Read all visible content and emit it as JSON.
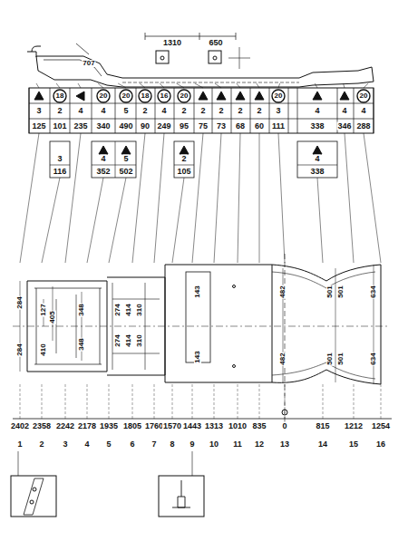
{
  "diagram": {
    "labels": [
      "707",
      "1310",
      "650",
      "18",
      "20",
      "20",
      "18",
      "16",
      "20",
      "20",
      "20",
      "3",
      "2",
      "4",
      "4",
      "5",
      "2",
      "4",
      "2",
      "2",
      "2",
      "2",
      "2",
      "3",
      "4",
      "4",
      "4",
      "125",
      "101",
      "235",
      "340",
      "490",
      "90",
      "249",
      "95",
      "75",
      "73",
      "68",
      "60",
      "111",
      "338",
      "346",
      "288",
      "3",
      "116",
      "4",
      "352",
      "5",
      "502",
      "2",
      "105",
      "4",
      "338",
      "284",
      "284",
      "127",
      "405",
      "410",
      "348",
      "348",
      "143",
      "143",
      "274",
      "274",
      "414",
      "414",
      "310",
      "310",
      "482",
      "482",
      "501",
      "501",
      "501",
      "501",
      "634",
      "634",
      "2402",
      "2358",
      "2242",
      "2178",
      "1935",
      "1805",
      "1760",
      "1570",
      "1443",
      "1313",
      "1010",
      "835",
      "0",
      "815",
      "1212",
      "1254",
      "1",
      "2",
      "3",
      "4",
      "5",
      "6",
      "7",
      "8",
      "9",
      "10",
      "11",
      "12",
      "13",
      "14",
      "15",
      "16"
    ]
  }
}
